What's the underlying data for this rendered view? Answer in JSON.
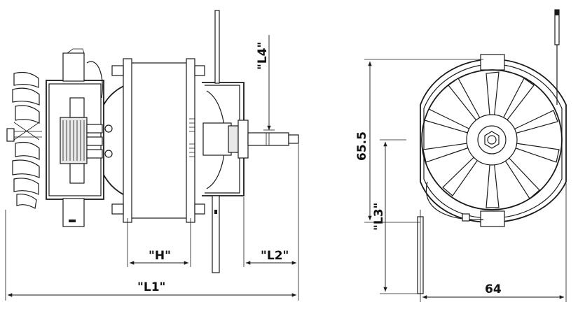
{
  "dimensions": {
    "L1": "\"L1\"",
    "L2": "\"L2\"",
    "L3": "\"L3\"",
    "L4": "\"L4\"",
    "H": "\"H\"",
    "height": "65.5",
    "width": "64"
  }
}
